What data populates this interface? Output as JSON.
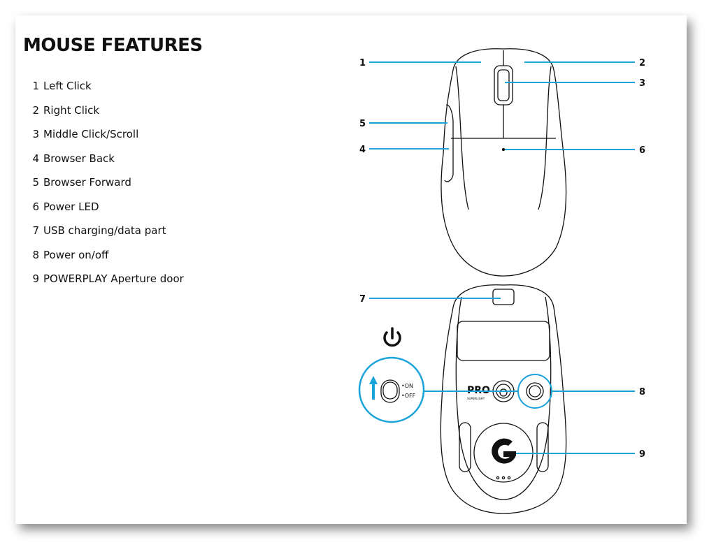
{
  "title": "MOUSE FEATURES",
  "features": [
    {
      "num": "1",
      "label": "Left Click"
    },
    {
      "num": "2",
      "label": "Right Click"
    },
    {
      "num": "3",
      "label": "Middle Click/Scroll"
    },
    {
      "num": "4",
      "label": "Browser Back"
    },
    {
      "num": "5",
      "label": "Browser Forward"
    },
    {
      "num": "6",
      "label": "Power LED"
    },
    {
      "num": "7",
      "label": "USB charging/data part"
    },
    {
      "num": "8",
      "label": "Power on/off"
    },
    {
      "num": "9",
      "label": "POWERPLAY Aperture door"
    }
  ],
  "diagram": {
    "switch_on": "•ON",
    "switch_off": "•OFF",
    "brand": "PRO",
    "brand_sub": "SUPERLIGHT",
    "icons": [
      "power-icon",
      "arrow-up-icon",
      "logitech-g-logo"
    ]
  },
  "colors": {
    "callout": "#1aa3d9",
    "ink": "#111111"
  }
}
